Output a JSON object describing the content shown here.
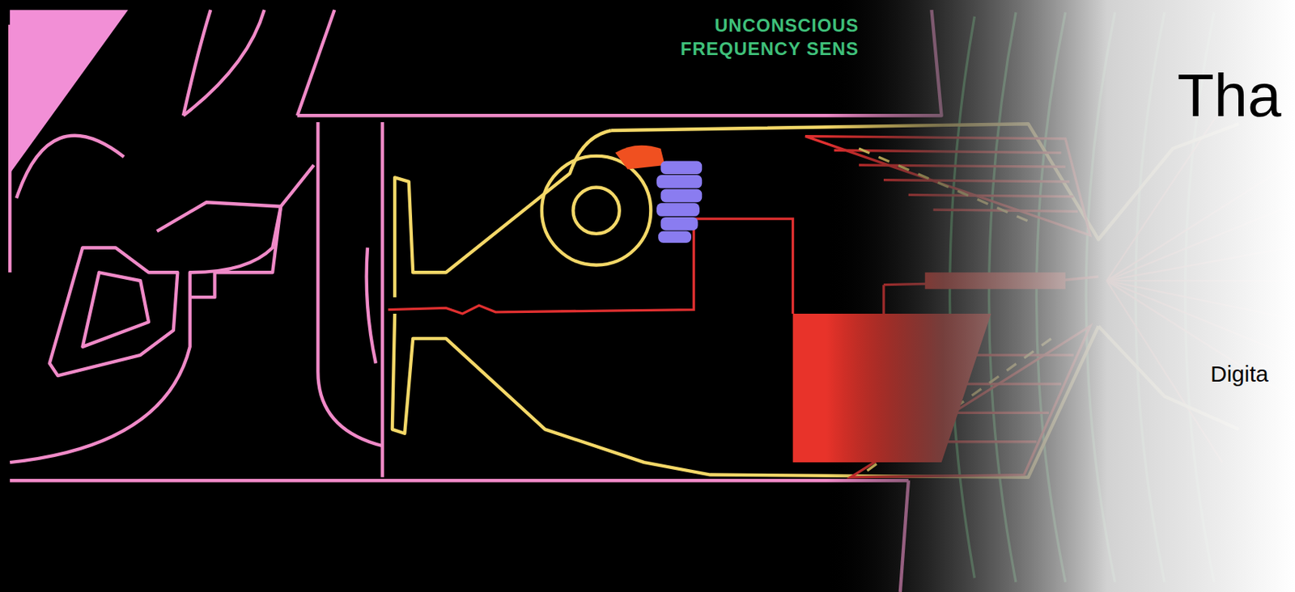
{
  "diagram": {
    "labels": [
      "UNCONSCIOUS FREQUENCY SENS",
      "Tha",
      "Digita"
    ]
  }
}
